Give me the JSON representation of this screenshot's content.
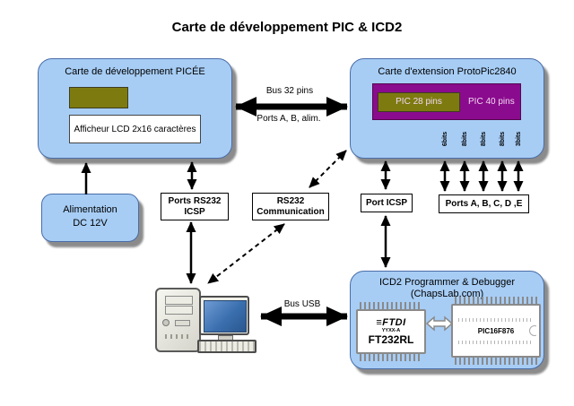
{
  "title": "Carte de développement PIC & ICD2",
  "colors": {
    "box_blue": "#a7cdf5",
    "box_border": "#4a6da8",
    "olive": "#7d7b10",
    "purple": "#8a0b8d",
    "pic_text": "#f2d7f2"
  },
  "picee": {
    "title": "Carte de développement PICÉE",
    "lcd_label": "Afficheur LCD 2x16 caractères"
  },
  "protopic": {
    "title": "Carte d'extension ProtoPic2840",
    "pic28_label": "PIC 28 pins",
    "pic40_label": "PIC 40 pins",
    "bits": [
      "6bits",
      "8bits",
      "8bits",
      "8bits",
      "3bits"
    ]
  },
  "alimentation": {
    "line1": "Alimentation",
    "line2": "DC 12V"
  },
  "connectors": {
    "ports_rs232_line1": "Ports RS232",
    "ports_rs232_line2": "ICSP",
    "rs232_line1": "RS232",
    "rs232_line2": "Communication",
    "port_icsp": "Port ICSP",
    "ports_abcde": "Ports A, B, C, D ,E"
  },
  "bus_labels": {
    "bus32": "Bus 32 pins",
    "ports_ab": "Ports A, B, alim.",
    "bus_usb": "Bus USB"
  },
  "icd2": {
    "title_line1": "ICD2 Programmer & Debugger",
    "title_line2": "(ChapsLab.com)",
    "ftdi_logo": "≡FTDI",
    "ftdi_sub": "YYXX-A",
    "ftdi_part": "FT232RL",
    "pic_part": "PIC16F876"
  }
}
